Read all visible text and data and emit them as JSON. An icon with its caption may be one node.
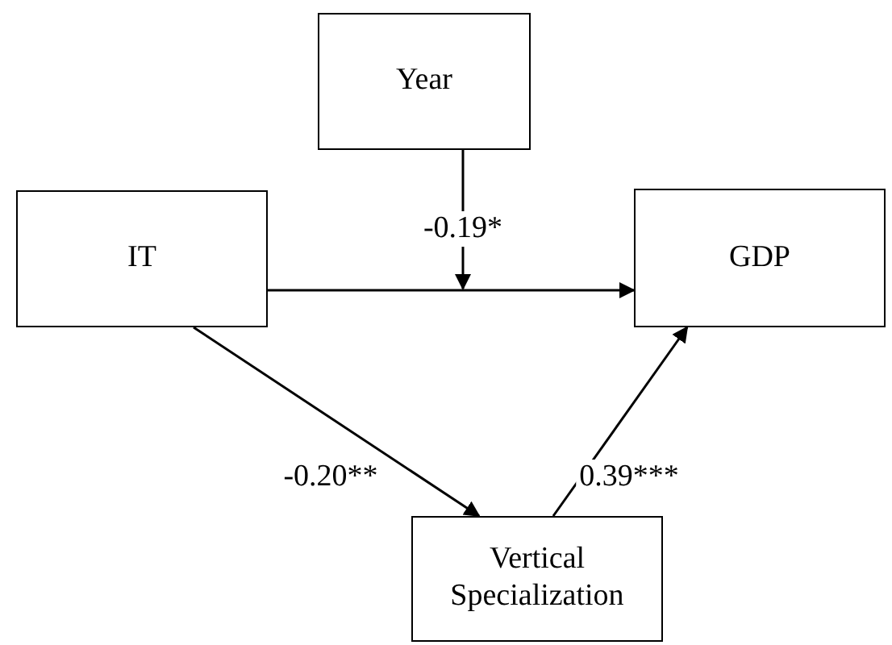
{
  "diagram": {
    "nodes": [
      {
        "text": [
          "Year"
        ]
      },
      {
        "text": [
          "IT"
        ]
      },
      {
        "text": [
          "GDP"
        ]
      },
      {
        "text": [
          "Vertical Specialization"
        ]
      }
    ],
    "edges": [
      {
        "from": 1,
        "to": 2,
        "arrow": "to"
      },
      {
        "from": 0,
        "to": null,
        "arrow": "to",
        "label": "-0.19*"
      },
      {
        "from": 1,
        "to": 3,
        "arrow": "to",
        "label": "-0.20**"
      },
      {
        "from": 3,
        "to": 2,
        "arrow": "to",
        "label": "0.39***"
      }
    ]
  }
}
